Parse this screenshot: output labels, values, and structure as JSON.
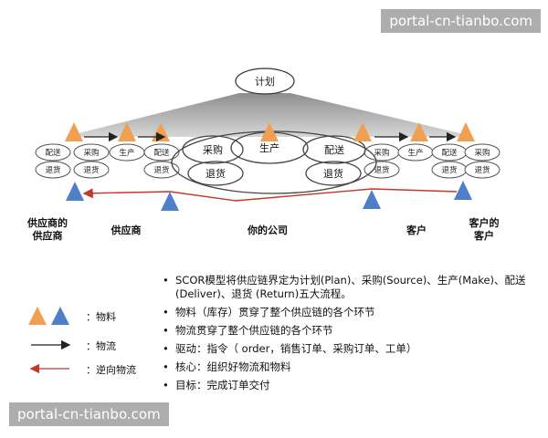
{
  "watermark": "portal-cn-tianbo.com",
  "plan_label": "计划",
  "box_labels": {
    "peisong": "配送",
    "caigou": "采购",
    "shengchan": "生产",
    "tuihuo": "退货"
  },
  "parties": {
    "supplier_of_supplier": "供应商的\n供应商",
    "supplier": "供应商",
    "your_company": "你的公司",
    "customer": "客户",
    "customer_of_customer": "客户的\n客户"
  },
  "legend": {
    "material": "：物料",
    "logistics": "：物流",
    "reverse_logistics": "：逆向物流"
  },
  "bullets": [
    "SCOR模型将供应链界定为计划(Plan)、采购(Source)、生产(Make)、配送(Deliver)、退货 (Return)五大流程。",
    "物料（库存）贯穿了整个供应链的各个环节",
    "物流贯穿了整个供应链的各个环节",
    "驱动：指令（ order，销售订单、采购订单、工单）",
    "核心：组织好物流和物料",
    "目标：完成订单交付"
  ],
  "colors": {
    "orange": "#F0A050",
    "blue": "#4F7FC8",
    "reverse_arrow": "#C0392B",
    "ellipse": "#444444"
  }
}
